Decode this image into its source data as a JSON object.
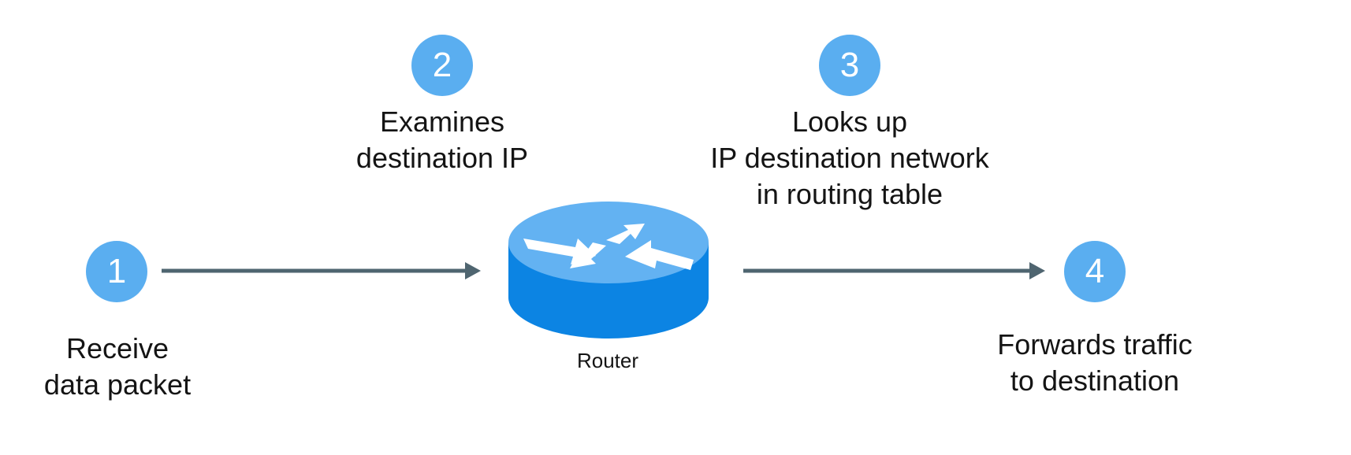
{
  "colors": {
    "badge": "#5aaef0",
    "arrow": "#4f6570",
    "router_top": "#63b2f2",
    "router_body": "#0c84e3",
    "router_arrows": "#ffffff"
  },
  "steps": [
    {
      "number": "1",
      "lines": [
        "Receive",
        "data packet"
      ]
    },
    {
      "number": "2",
      "lines": [
        "Examines",
        "destination IP"
      ]
    },
    {
      "number": "3",
      "lines": [
        "Looks up",
        "IP destination network",
        "in routing table"
      ]
    },
    {
      "number": "4",
      "lines": [
        "Forwards traffic",
        "to destination"
      ]
    }
  ],
  "router": {
    "label": "Router",
    "icon": "router-icon"
  }
}
